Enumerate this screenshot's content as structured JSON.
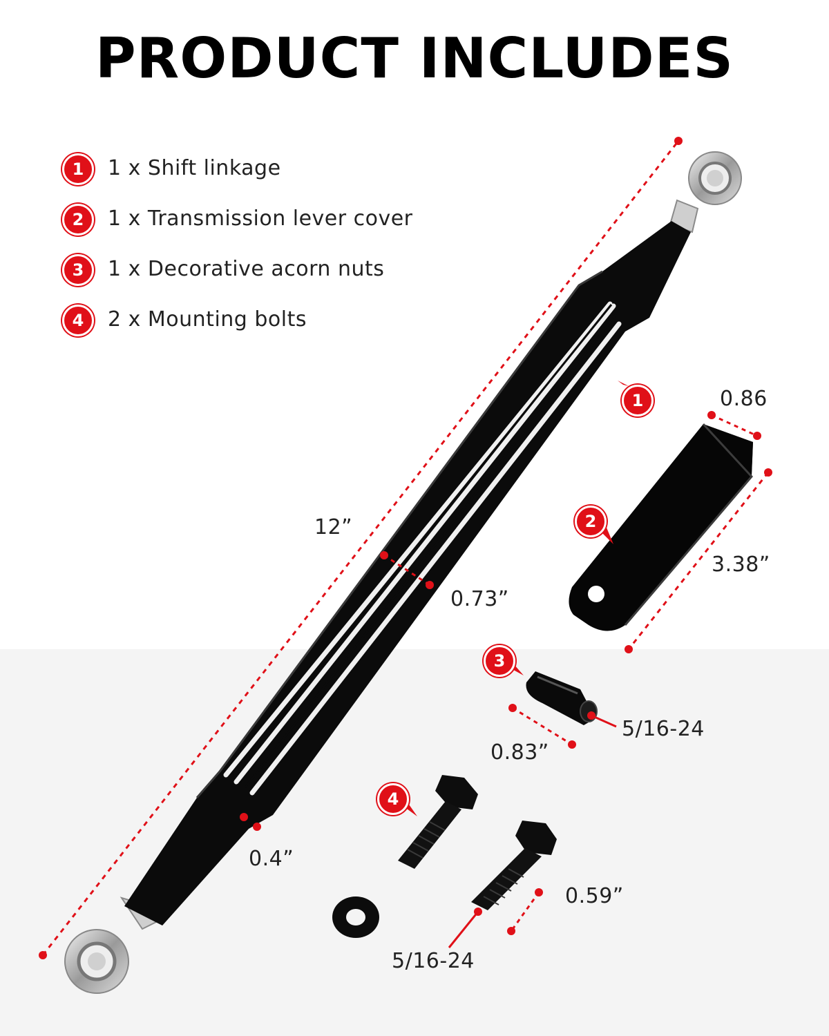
{
  "title": "PRODUCT INCLUDES",
  "items": [
    {
      "num": "1",
      "text": "1 x Shift linkage"
    },
    {
      "num": "2",
      "text": "1 x Transmission lever cover"
    },
    {
      "num": "3",
      "text": "1 x Decorative acorn nuts"
    },
    {
      "num": "4",
      "text": "2 x Mounting bolts"
    }
  ],
  "callouts": {
    "c1": "1",
    "c2": "2",
    "c3": "3",
    "c4": "4"
  },
  "dimensions": {
    "linkage_length": "12”",
    "linkage_width": "0.73”",
    "linkage_end": "0.4”",
    "cover_width": "0.86",
    "cover_length": "3.38”",
    "nut_length": "0.83”",
    "nut_thread": "5/16-24",
    "bolt_length": "0.59”",
    "bolt_thread": "5/16-24"
  },
  "colors": {
    "accent": "#e01018",
    "part": "#0a0a0a",
    "chrome": "#c8c8c8"
  }
}
